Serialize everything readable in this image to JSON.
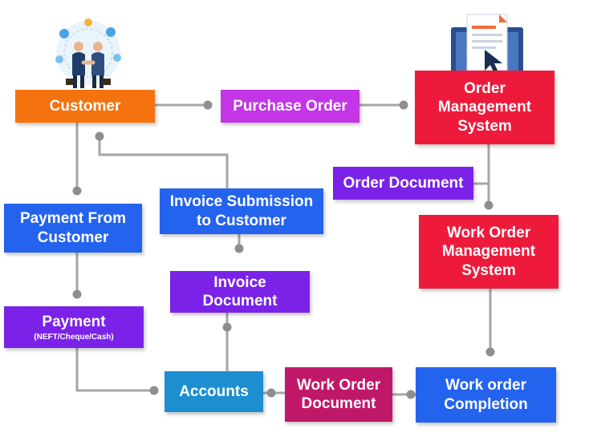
{
  "nodes": {
    "customer": {
      "lines": [
        "Customer"
      ],
      "color": "#f5730f"
    },
    "purchase_order": {
      "lines": [
        "Purchase Order"
      ],
      "color": "#c335e6"
    },
    "oms": {
      "lines": [
        "Order",
        "Management",
        "System"
      ],
      "color": "#ee1a3c"
    },
    "order_document": {
      "lines": [
        "Order Document"
      ],
      "color": "#7a22e8"
    },
    "wms": {
      "lines": [
        "Work Order",
        "Management",
        "System"
      ],
      "color": "#ee1a3c"
    },
    "invoice_submission": {
      "lines": [
        "Invoice Submission",
        "to Customer"
      ],
      "color": "#2463ee"
    },
    "payment_from_customer": {
      "lines": [
        "Payment From",
        "Customer"
      ],
      "color": "#2463ee"
    },
    "invoice_document": {
      "lines": [
        "Invoice",
        "Document"
      ],
      "color": "#7a22e8"
    },
    "payment": {
      "lines": [
        "Payment"
      ],
      "sub": "(NEFT/Cheque/Cash)",
      "color": "#7a22e8"
    },
    "accounts": {
      "lines": [
        "Accounts"
      ],
      "color": "#1d8fd0"
    },
    "work_order_document": {
      "lines": [
        "Work Order",
        "Document"
      ],
      "color": "#c01869"
    },
    "work_order_completion": {
      "lines": [
        "Work order",
        "Completion"
      ],
      "color": "#2463ee"
    }
  },
  "colors": {
    "connector": "#a6a6a6",
    "dot": "#8e8e8e"
  },
  "icons": {
    "customer": "business-handshake-icon",
    "oms": "document-cursor-icon"
  }
}
